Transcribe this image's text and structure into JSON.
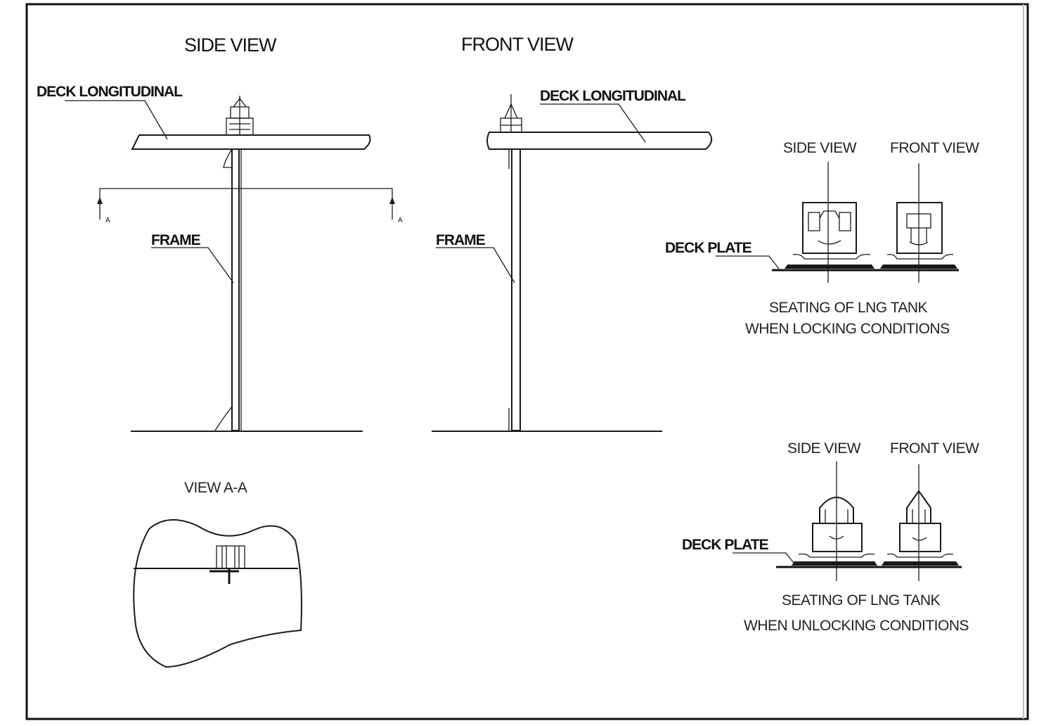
{
  "main_diagram": {
    "side_view_title": "SIDE VIEW",
    "front_view_title": "FRONT  VIEW",
    "deck_longitudinal": "DECK LONGITUDINAL",
    "frame": "FRAME",
    "section_mark": "A",
    "view_aa_title": "VIEW A-A"
  },
  "locking_detail": {
    "side_view": "SIDE VIEW",
    "front_view": "FRONT  VIEW",
    "deck_plate": "DECK PLATE",
    "caption_line1": "SEATING OF LNG TANK",
    "caption_line2": "WHEN LOCKING CONDITIONS"
  },
  "unlocking_detail": {
    "side_view": "SIDE VIEW",
    "front_view": "FRONT  VIEW",
    "deck_plate": "DECK PLATE",
    "caption_line1": "SEATING OF LNG TANK",
    "caption_line2": "WHEN UNLOCKING CONDITIONS"
  }
}
